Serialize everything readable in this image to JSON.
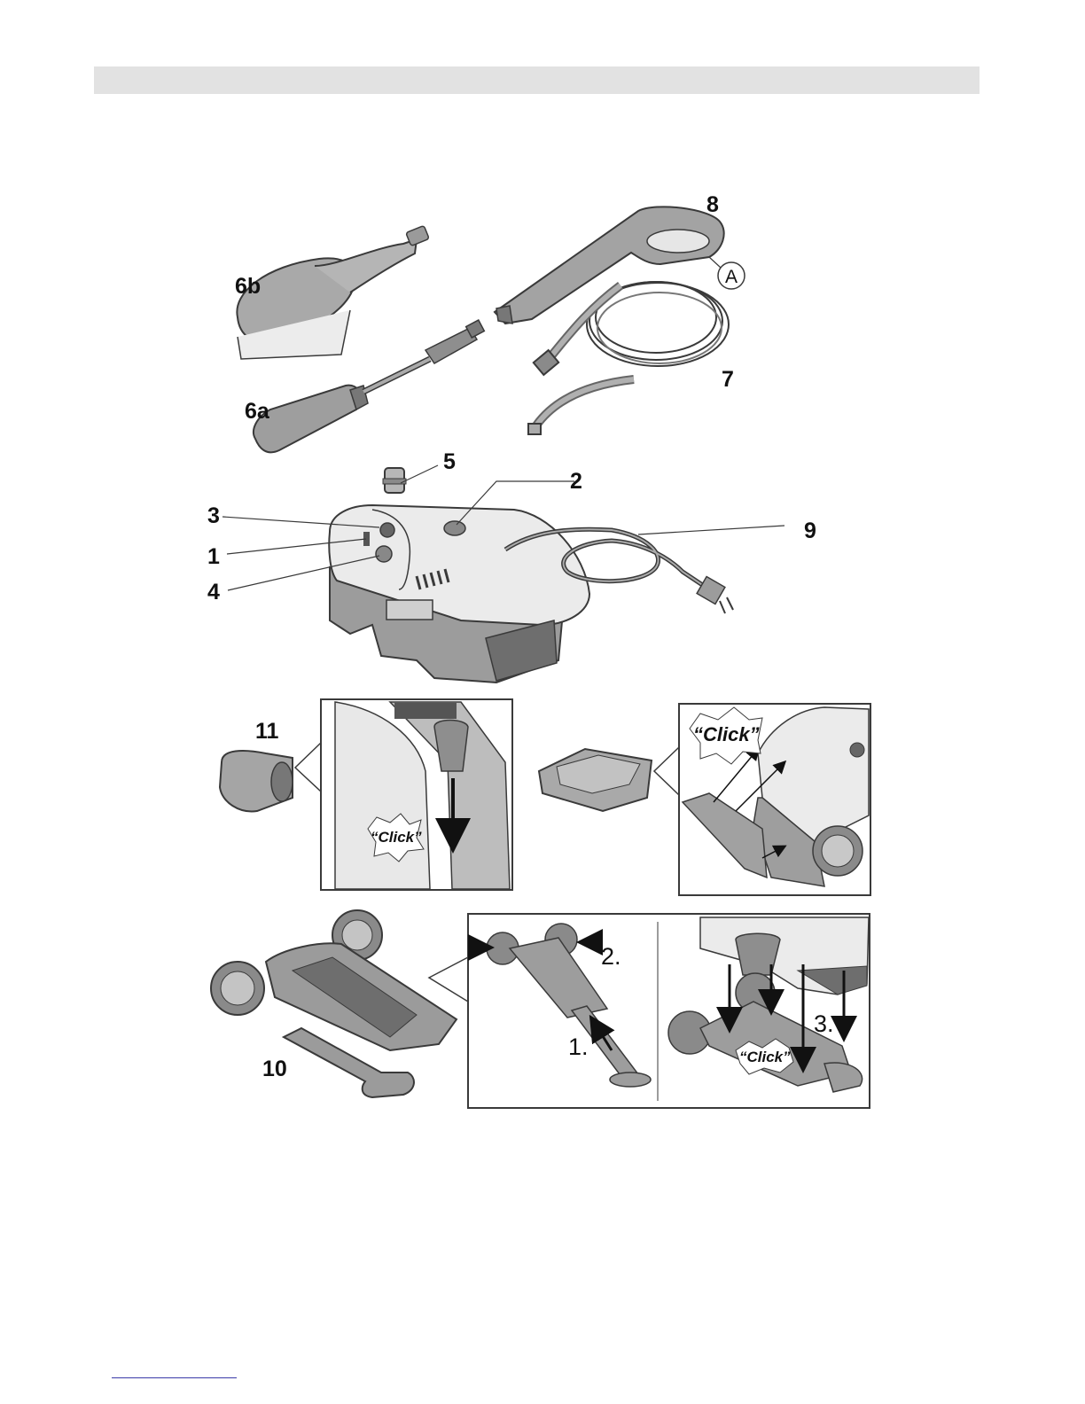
{
  "parts": {
    "brush": "6b",
    "lance": "6a",
    "gun": "8",
    "trigger_lock_marker": "A",
    "hose": "7",
    "adapter": "5",
    "switch": "2",
    "outlet": "3",
    "indicator": "1",
    "inlet": "4",
    "power_cord": "9",
    "holder": "11",
    "wheel_kit": "10"
  },
  "callouts": {
    "click_holder": "“Click”",
    "click_tray": "“Click”",
    "click_wheels": "“Click”"
  },
  "steps": {
    "step1": "1.",
    "step2": "2.",
    "step3": "3."
  },
  "colors": {
    "part_dark": "#8a8a8a",
    "part_mid": "#b9b9b9",
    "part_light": "#e8e8e8",
    "outline": "#3a3a3a",
    "header_bar": "#e2e2e2"
  }
}
